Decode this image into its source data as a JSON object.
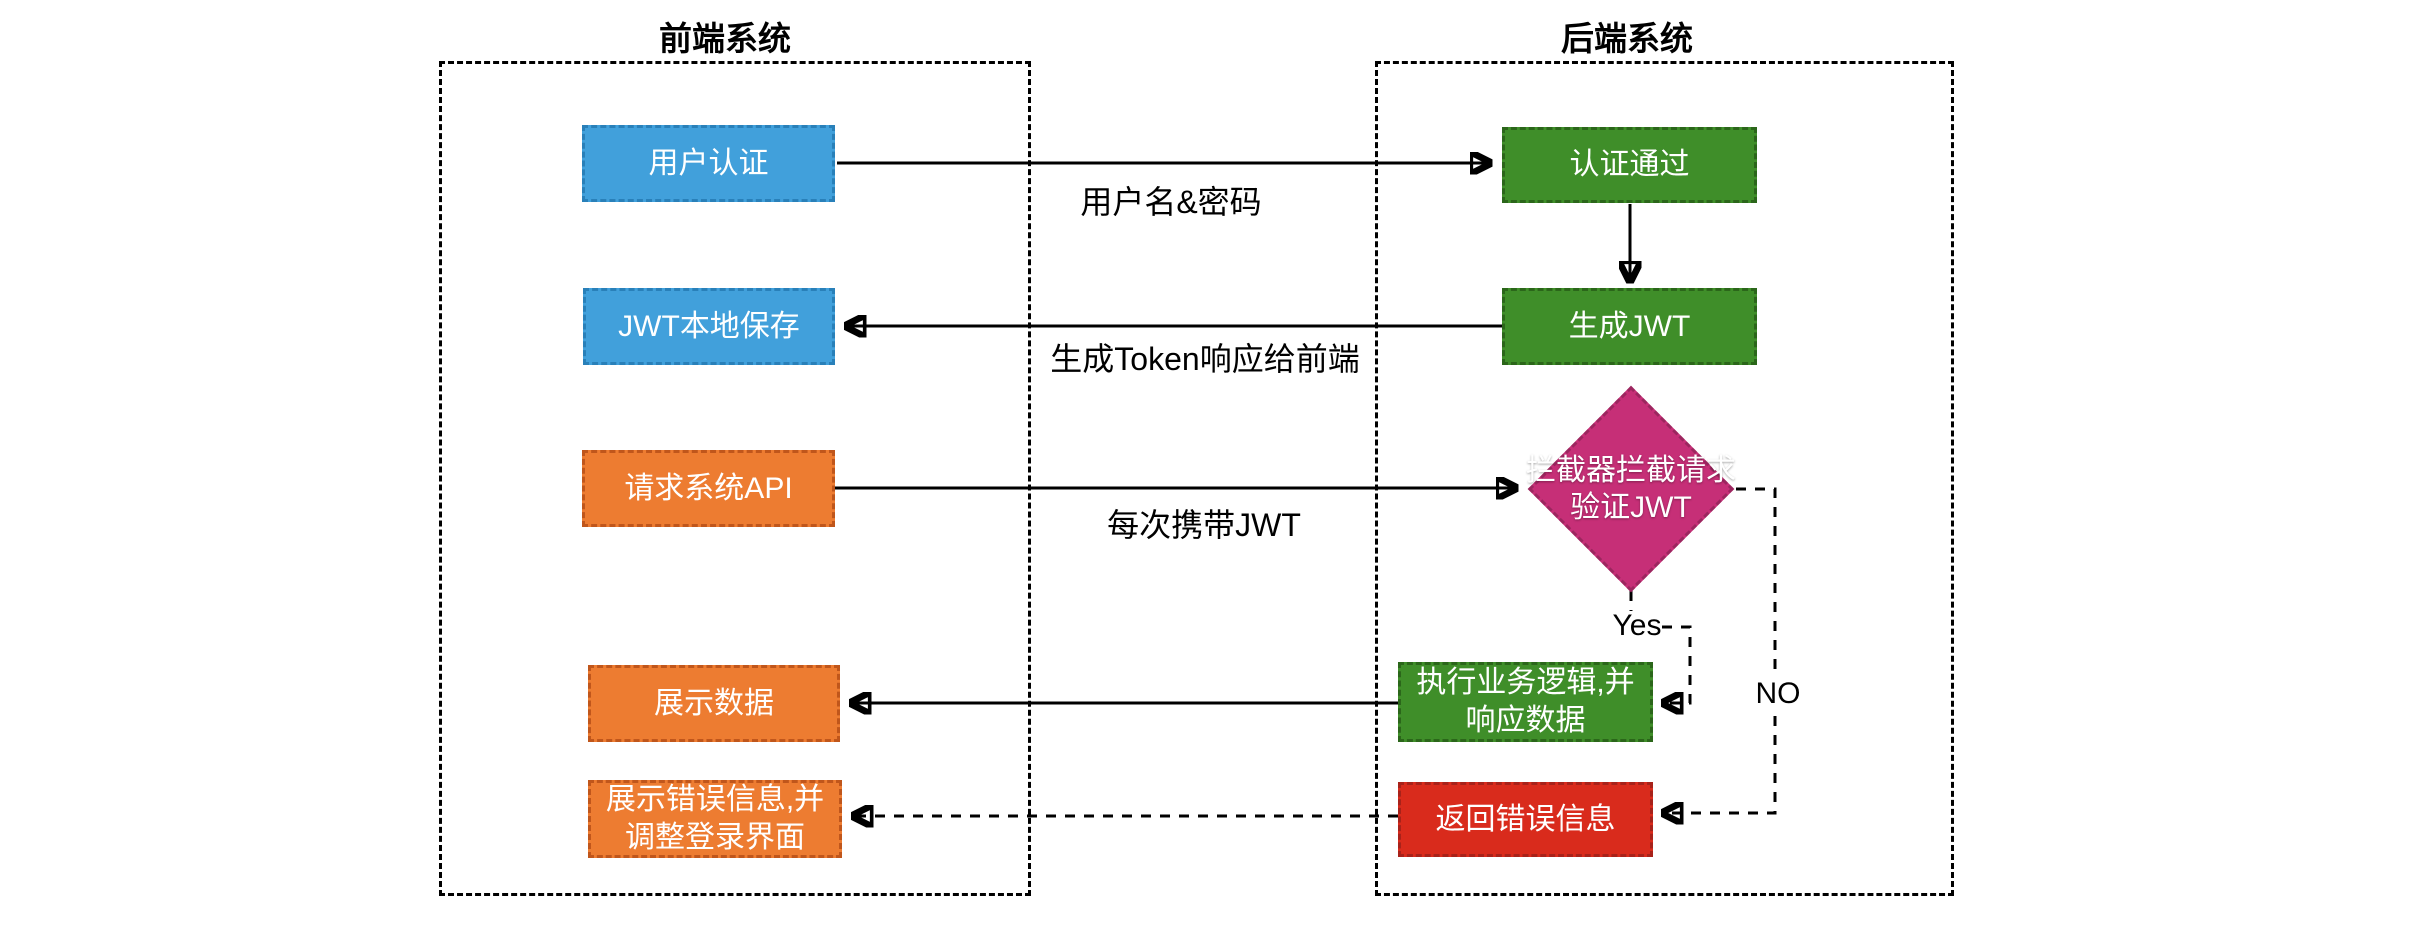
{
  "diagram": {
    "type": "flowchart",
    "lanes": [
      {
        "id": "frontend",
        "title": "前端系统"
      },
      {
        "id": "backend",
        "title": "后端系统"
      }
    ],
    "nodes": {
      "user_auth": {
        "label": "用户认证",
        "shape": "rect",
        "color": "blue",
        "lane": "frontend"
      },
      "auth_pass": {
        "label": "认证通过",
        "shape": "rect",
        "color": "green",
        "lane": "backend"
      },
      "jwt_save": {
        "label": "JWT本地保存",
        "shape": "rect",
        "color": "blue",
        "lane": "frontend"
      },
      "gen_jwt": {
        "label": "生成JWT",
        "shape": "rect",
        "color": "green",
        "lane": "backend"
      },
      "req_api": {
        "label": "请求系统API",
        "shape": "rect",
        "color": "orange",
        "lane": "frontend"
      },
      "interceptor": {
        "line1": "拦截器拦截请求",
        "line2": "验证JWT",
        "shape": "diamond",
        "color": "magenta",
        "lane": "backend"
      },
      "exec_logic": {
        "line1": "执行业务逻辑,并",
        "line2": "响应数据",
        "shape": "rect",
        "color": "green",
        "lane": "backend"
      },
      "show_data": {
        "label": "展示数据",
        "shape": "rect",
        "color": "orange",
        "lane": "frontend"
      },
      "return_error": {
        "label": "返回错误信息",
        "shape": "rect",
        "color": "red",
        "lane": "backend"
      },
      "show_error": {
        "line1": "展示错误信息,并",
        "line2": "调整登录界面",
        "shape": "rect",
        "color": "orange",
        "lane": "frontend"
      }
    },
    "edge_labels": {
      "username_password": "用户名&密码",
      "token_response": "生成Token响应给前端",
      "carry_jwt": "每次携带JWT",
      "yes": "Yes",
      "no": "NO"
    },
    "edges": [
      {
        "from": "user_auth",
        "to": "auth_pass",
        "style": "solid",
        "label": "用户名&密码"
      },
      {
        "from": "auth_pass",
        "to": "gen_jwt",
        "style": "solid",
        "label": ""
      },
      {
        "from": "gen_jwt",
        "to": "jwt_save",
        "style": "solid",
        "label": "生成Token响应给前端"
      },
      {
        "from": "req_api",
        "to": "interceptor",
        "style": "solid",
        "label": "每次携带JWT"
      },
      {
        "from": "interceptor",
        "to": "exec_logic",
        "style": "dashed",
        "label": "Yes"
      },
      {
        "from": "interceptor",
        "to": "return_error",
        "style": "dashed",
        "label": "NO"
      },
      {
        "from": "exec_logic",
        "to": "show_data",
        "style": "solid",
        "label": ""
      },
      {
        "from": "return_error",
        "to": "show_error",
        "style": "dashed",
        "label": ""
      }
    ],
    "palette": {
      "blue_fill": "#41A0DB",
      "blue_border": "#2980B9",
      "green_fill": "#3F8E29",
      "green_border": "#2B661A",
      "orange_fill": "#ED7C31",
      "orange_border": "#C0561B",
      "red_fill": "#D92B1C",
      "red_border": "#A8221A",
      "magenta_fill": "#C62F77",
      "magenta_border": "#9C265F",
      "line_color": "#000000",
      "background": "#FFFFFF"
    }
  }
}
